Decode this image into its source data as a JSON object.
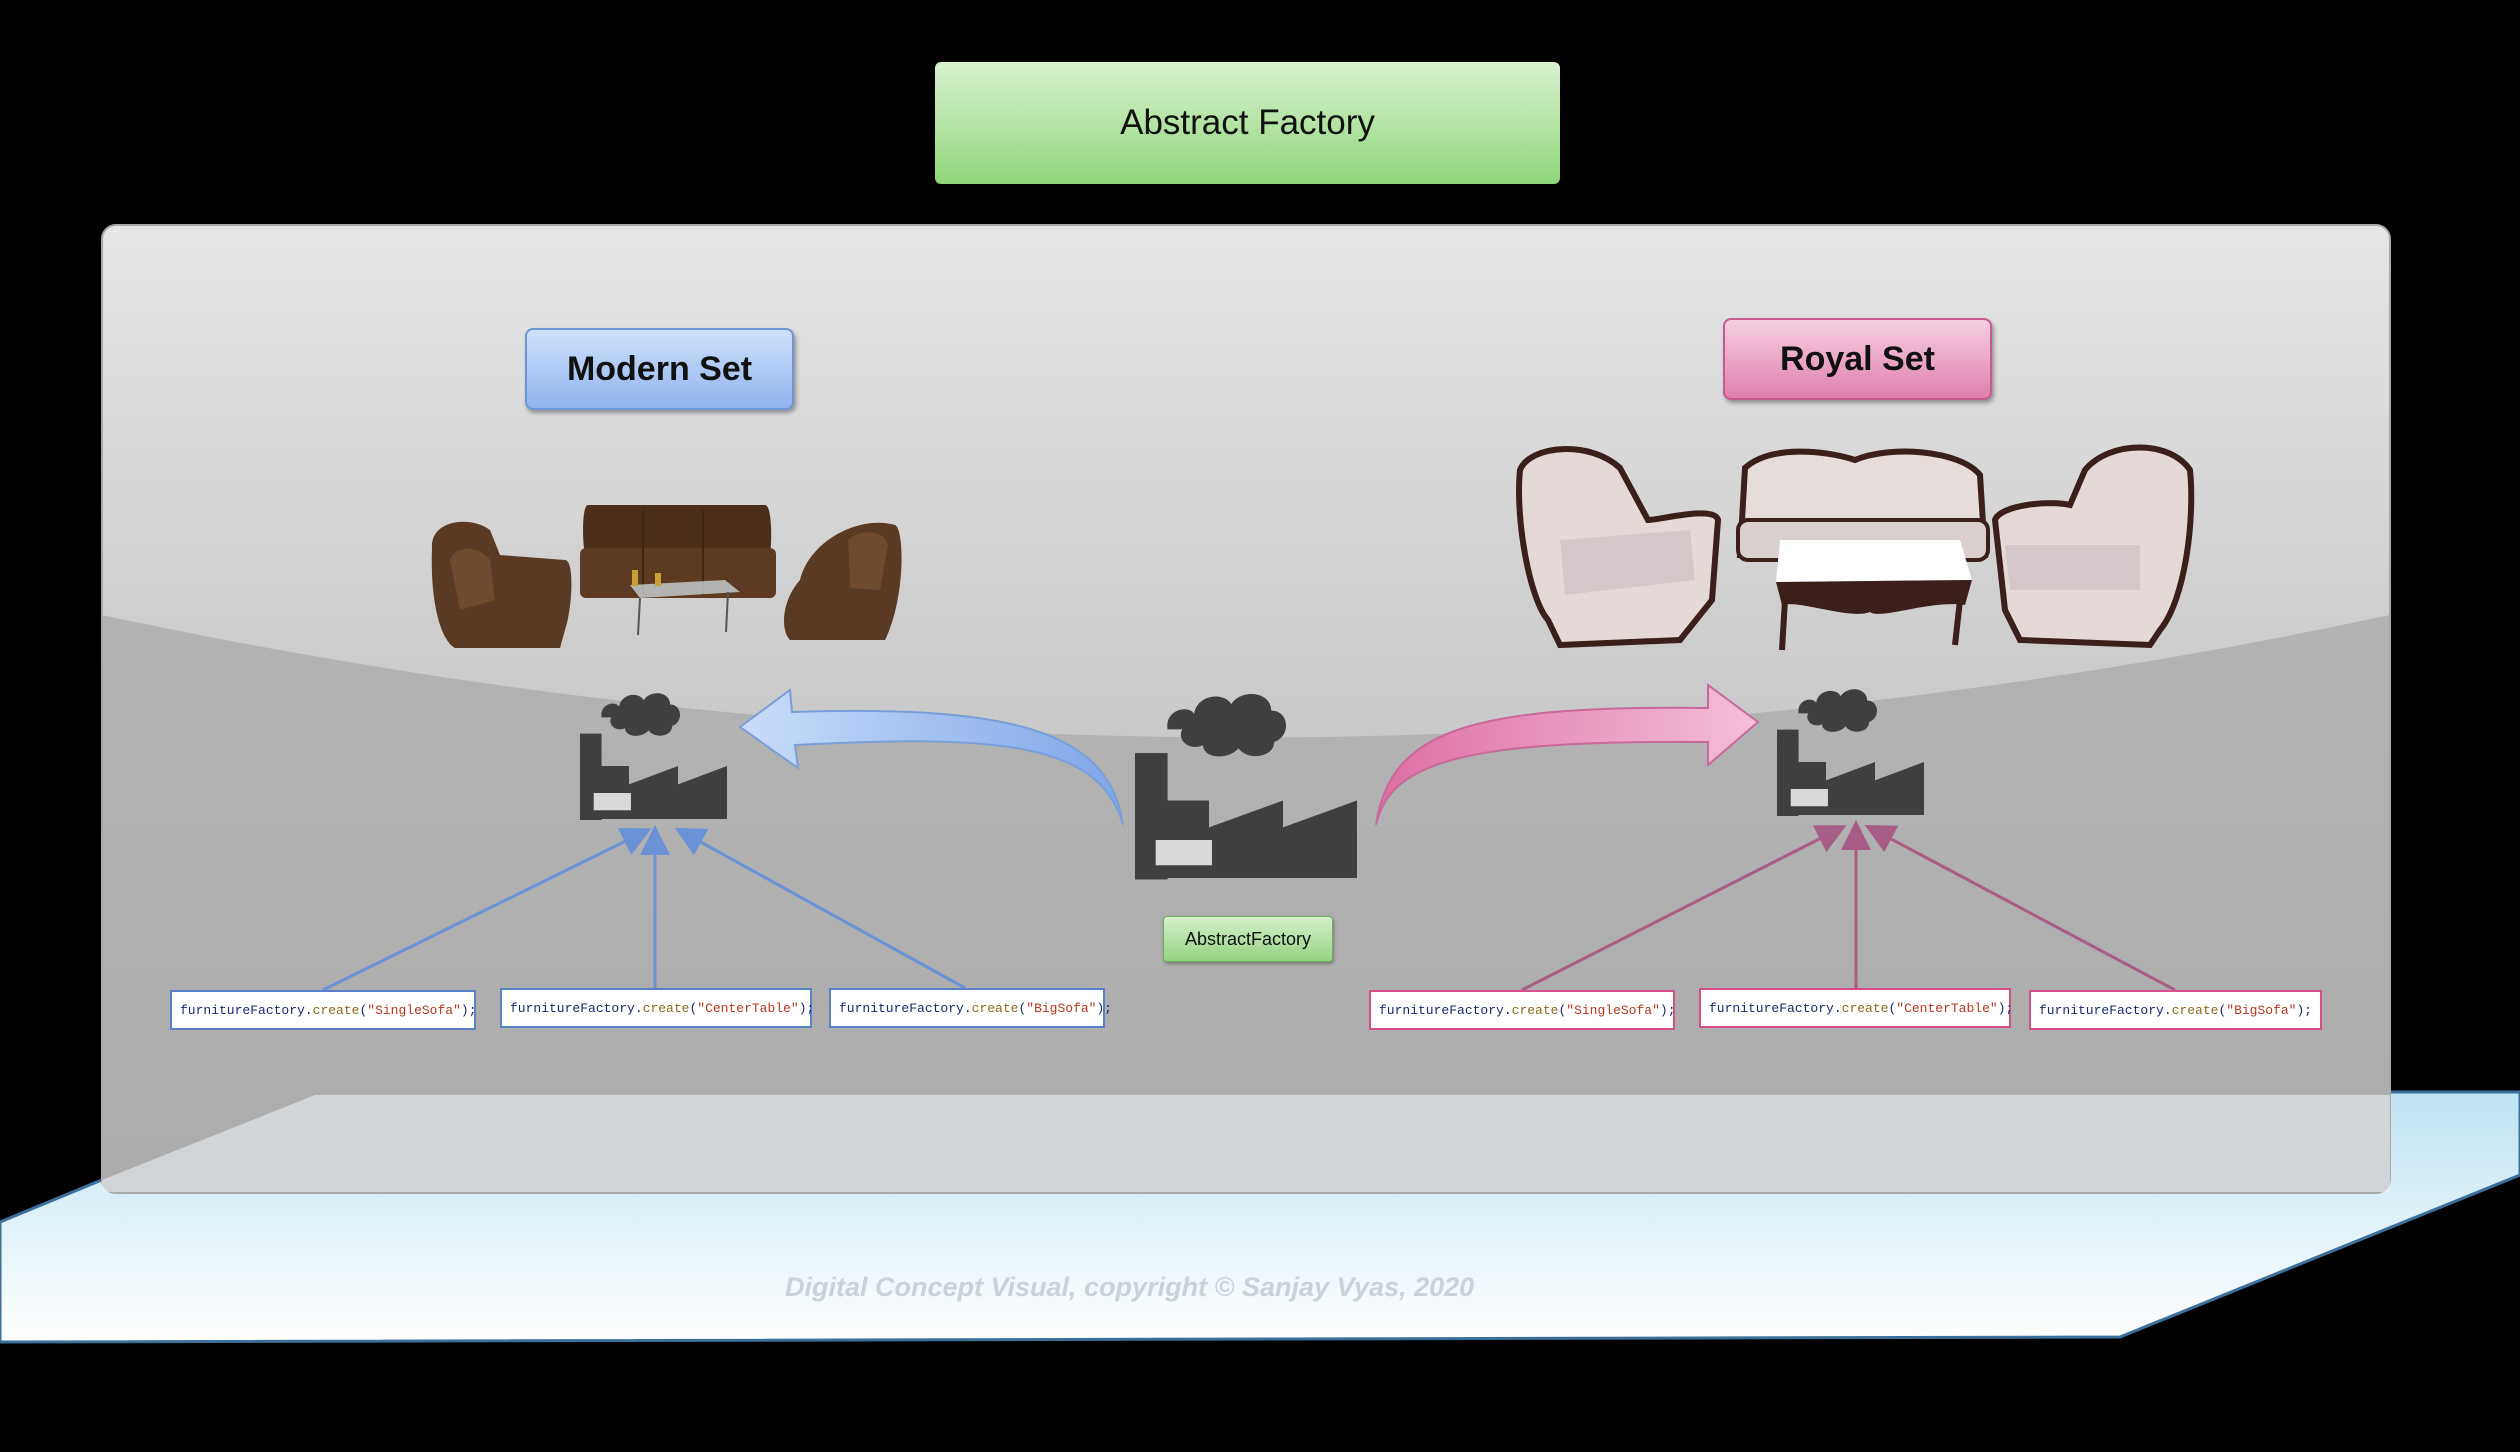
{
  "title": "Abstract Factory",
  "sets": {
    "modern": {
      "label": "Modern Set",
      "color": "#8fb4ee"
    },
    "royal": {
      "label": "Royal Set",
      "color": "#e07fae"
    }
  },
  "abstract_factory_label": "AbstractFactory",
  "modern_calls": [
    {
      "object": "furnitureFactory",
      "method": "create",
      "arg": "\"SingleSofa\""
    },
    {
      "object": "furnitureFactory",
      "method": "create",
      "arg": "\"CenterTable\""
    },
    {
      "object": "furnitureFactory",
      "method": "create",
      "arg": "\"BigSofa\""
    }
  ],
  "royal_calls": [
    {
      "object": "furnitureFactory",
      "method": "create",
      "arg": "\"SingleSofa\""
    },
    {
      "object": "furnitureFactory",
      "method": "create",
      "arg": "\"CenterTable\""
    },
    {
      "object": "furnitureFactory",
      "method": "create",
      "arg": "\"BigSofa\""
    }
  ],
  "copyright": "Digital Concept Visual, copyright © Sanjay Vyas, 2020",
  "icons": [
    "factory-icon",
    "modern-furniture-image",
    "royal-furniture-image"
  ],
  "colors": {
    "code_object": "#1a2a6c",
    "code_method": "#8a6a1e",
    "code_string": "#b5371f"
  }
}
